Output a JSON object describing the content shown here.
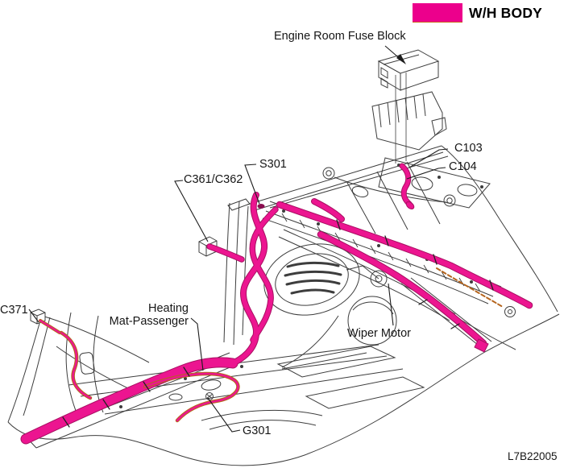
{
  "legend": {
    "label": "W/H BODY",
    "swatch_color": "#EC008C"
  },
  "callouts": {
    "engine_room_fuse_block": "Engine Room Fuse Block",
    "c103": "C103",
    "c104": "C104",
    "s301": "S301",
    "c361_c362": "C361/C362",
    "c371": "C371",
    "heating_mat_passenger": "Heating\nMat-Passenger",
    "wiper_motor": "Wiper Motor",
    "g301": "G301"
  },
  "figure_code": "L7B22005",
  "colors": {
    "harness_highlight": "#EC1590",
    "harness_shadow": "#A80F62",
    "branch_harness": "#B5651D",
    "lineart": "#3d3d3d"
  }
}
